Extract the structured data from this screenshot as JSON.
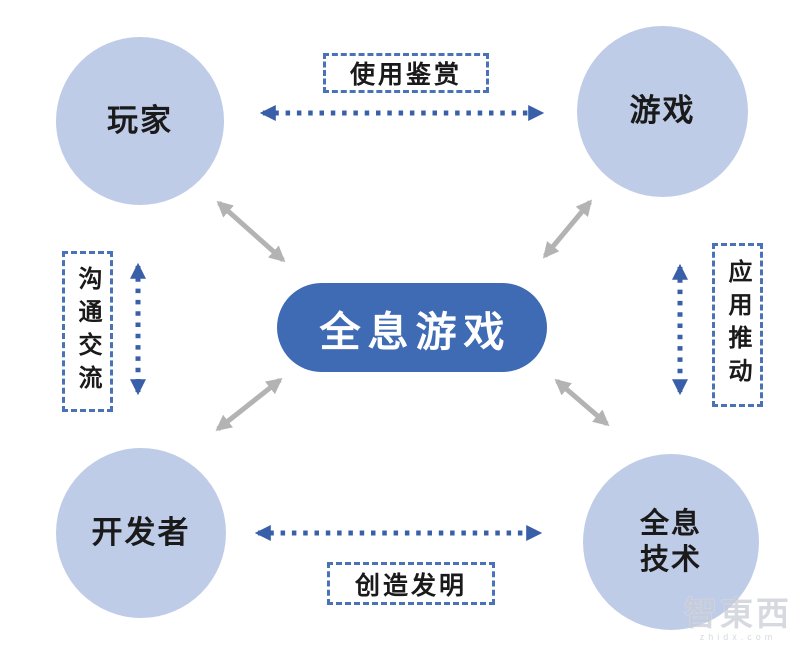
{
  "nodes": {
    "center": {
      "label": "全息游戏"
    },
    "top_left": {
      "label": "玩家"
    },
    "top_right": {
      "label": "游戏"
    },
    "bottom_left": {
      "label": "开发者"
    },
    "bottom_right": {
      "label": "全息技术"
    }
  },
  "edge_labels": {
    "top": "使用鉴赏",
    "bottom": "创造发明",
    "left": "沟通交流",
    "right": "应用推动"
  },
  "watermark": {
    "text": "智東西",
    "domain": "zhidx.com"
  },
  "colors": {
    "circle-fill": "#bfcce8",
    "pill-fill": "#3f6ab4",
    "pill-text": "#ffffff",
    "arrow-blue": "#3a5fa9",
    "dash-blue": "#4a72b8",
    "arrow-gray": "#b3b3b3",
    "text-dark": "#1a1a1a",
    "watermark-color": "#c9cdd6"
  }
}
